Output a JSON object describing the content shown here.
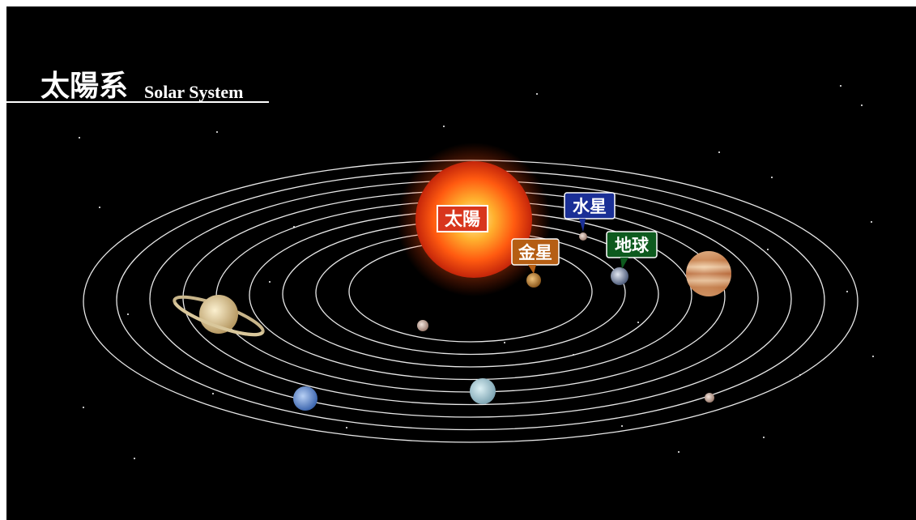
{
  "title": {
    "main": "太陽系",
    "sub": "Solar System"
  },
  "labels": {
    "sun": "太陽",
    "mercury": "水星",
    "venus": "金星",
    "earth": "地球"
  },
  "colors": {
    "background": "#000000",
    "orbit": "#e8e8e8",
    "sun_label_bg": "#d8361d",
    "sun_label_text": "#ffe64a",
    "mercury_label_bg": "#1a2f96",
    "venus_label_bg": "#b55e14",
    "earth_label_bg": "#0d5a1e"
  },
  "planets": [
    {
      "name": "mercury",
      "orbit_index": 0,
      "color": "#c9a98c"
    },
    {
      "name": "venus",
      "orbit_index": 1,
      "color": "#c88a3a"
    },
    {
      "name": "earth",
      "orbit_index": 2,
      "color": "#7d8aa6"
    },
    {
      "name": "mars",
      "orbit_index": 3,
      "color": "#c99a86"
    },
    {
      "name": "jupiter",
      "orbit_index": 4,
      "color": "#d9a274"
    },
    {
      "name": "saturn",
      "orbit_index": 5,
      "color": "#e6d4a4"
    },
    {
      "name": "uranus",
      "orbit_index": 6,
      "color": "#a7cbd8"
    },
    {
      "name": "neptune",
      "orbit_index": 7,
      "color": "#6f93c9"
    },
    {
      "name": "pluto",
      "orbit_index": 8,
      "color": "#b8aaa4"
    }
  ],
  "orbit_count": 9
}
